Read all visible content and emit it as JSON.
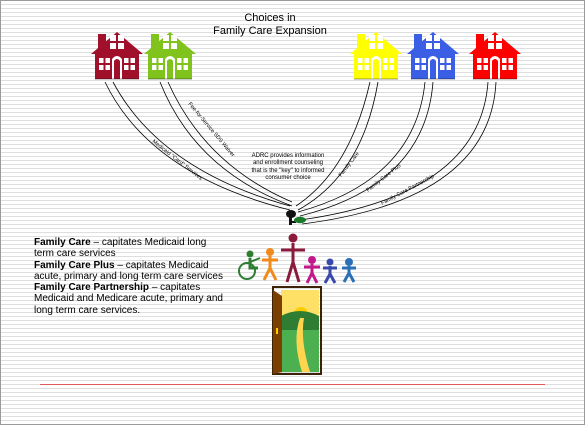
{
  "slide": {
    "title_line1": "Choices in",
    "title_line2": "Family Care Expansion"
  },
  "houses": [
    {
      "color": "#a0102a"
    },
    {
      "color": "#7fc31c"
    },
    {
      "color": "#ffff00"
    },
    {
      "color": "#3a5fe5"
    },
    {
      "color": "#ff0000"
    }
  ],
  "path_labels": {
    "medicaid_card": "Medicaid \"Card\" Services",
    "fee_for_service": "Fee-for-Service SDS Waiver",
    "family_care": "Family Care",
    "family_care_plus": "Family Care Plus",
    "family_care_partnership": "Family Care Partnership"
  },
  "adrc_caption": "ADRC provides information and enrollment counseling that is the \"key\" to informed consumer choice",
  "descriptions": [
    {
      "term": "Family Care",
      "text": " – capitates Medicaid long term care services"
    },
    {
      "term": "Family Care Plus",
      "text": " – capitates Medicaid acute, primary and long term care services"
    },
    {
      "term": "Family Care Partnership",
      "text": " – capitates Medicaid and Medicare acute, primary and long term care services."
    }
  ]
}
